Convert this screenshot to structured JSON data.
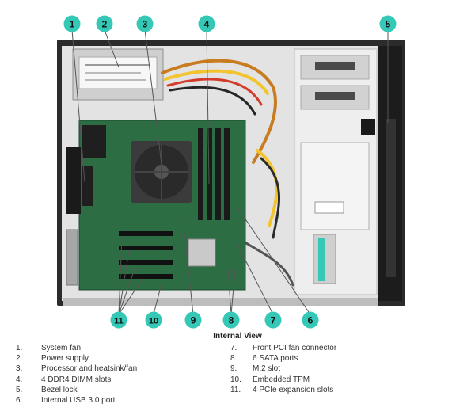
{
  "diagram": {
    "caption": "Internal View",
    "callout_color": "#35c8b6",
    "callouts": [
      "1",
      "2",
      "3",
      "4",
      "5",
      "6",
      "7",
      "8",
      "9",
      "10",
      "11"
    ],
    "legend": [
      {
        "num": "1.",
        "label": "System fan"
      },
      {
        "num": "2.",
        "label": "Power supply"
      },
      {
        "num": "3.",
        "label": "Processor and heatsink/fan"
      },
      {
        "num": "4.",
        "label": "4 DDR4 DIMM slots"
      },
      {
        "num": "5.",
        "label": "Bezel lock"
      },
      {
        "num": "6.",
        "label": "Internal USB 3.0 port"
      },
      {
        "num": "7.",
        "label": "Front PCI fan connector"
      },
      {
        "num": "8.",
        "label": "6 SATA ports"
      },
      {
        "num": "9.",
        "label": "M.2 slot"
      },
      {
        "num": "10.",
        "label": "Embedded TPM"
      },
      {
        "num": "11.",
        "label": "4 PCIe expansion slots"
      }
    ]
  }
}
